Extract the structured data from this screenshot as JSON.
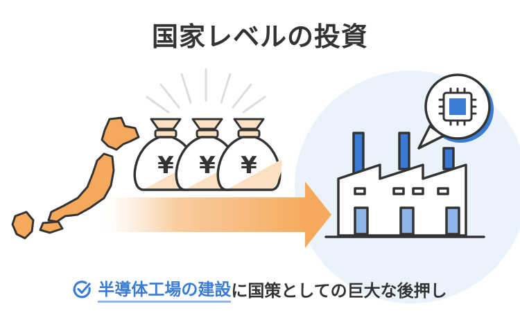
{
  "title": "国家レベルの投資",
  "bags": [
    {
      "symbol": "¥"
    },
    {
      "symbol": "¥"
    },
    {
      "symbol": "¥"
    }
  ],
  "caption": {
    "highlight": "半導体工場の建設",
    "rest": "に国策としての巨大な後押し"
  },
  "icons": {
    "japan_map": "japan-map-icon",
    "money_bag": "money-bag-icon",
    "factory": "factory-icon",
    "chip": "microchip-icon",
    "check": "check-circle-icon"
  },
  "colors": {
    "orange": "#F6A85B",
    "orange_light": "#FBE0C2",
    "blue": "#3A7BD5",
    "blue_light": "#EAF3FC",
    "ink": "#333333"
  }
}
